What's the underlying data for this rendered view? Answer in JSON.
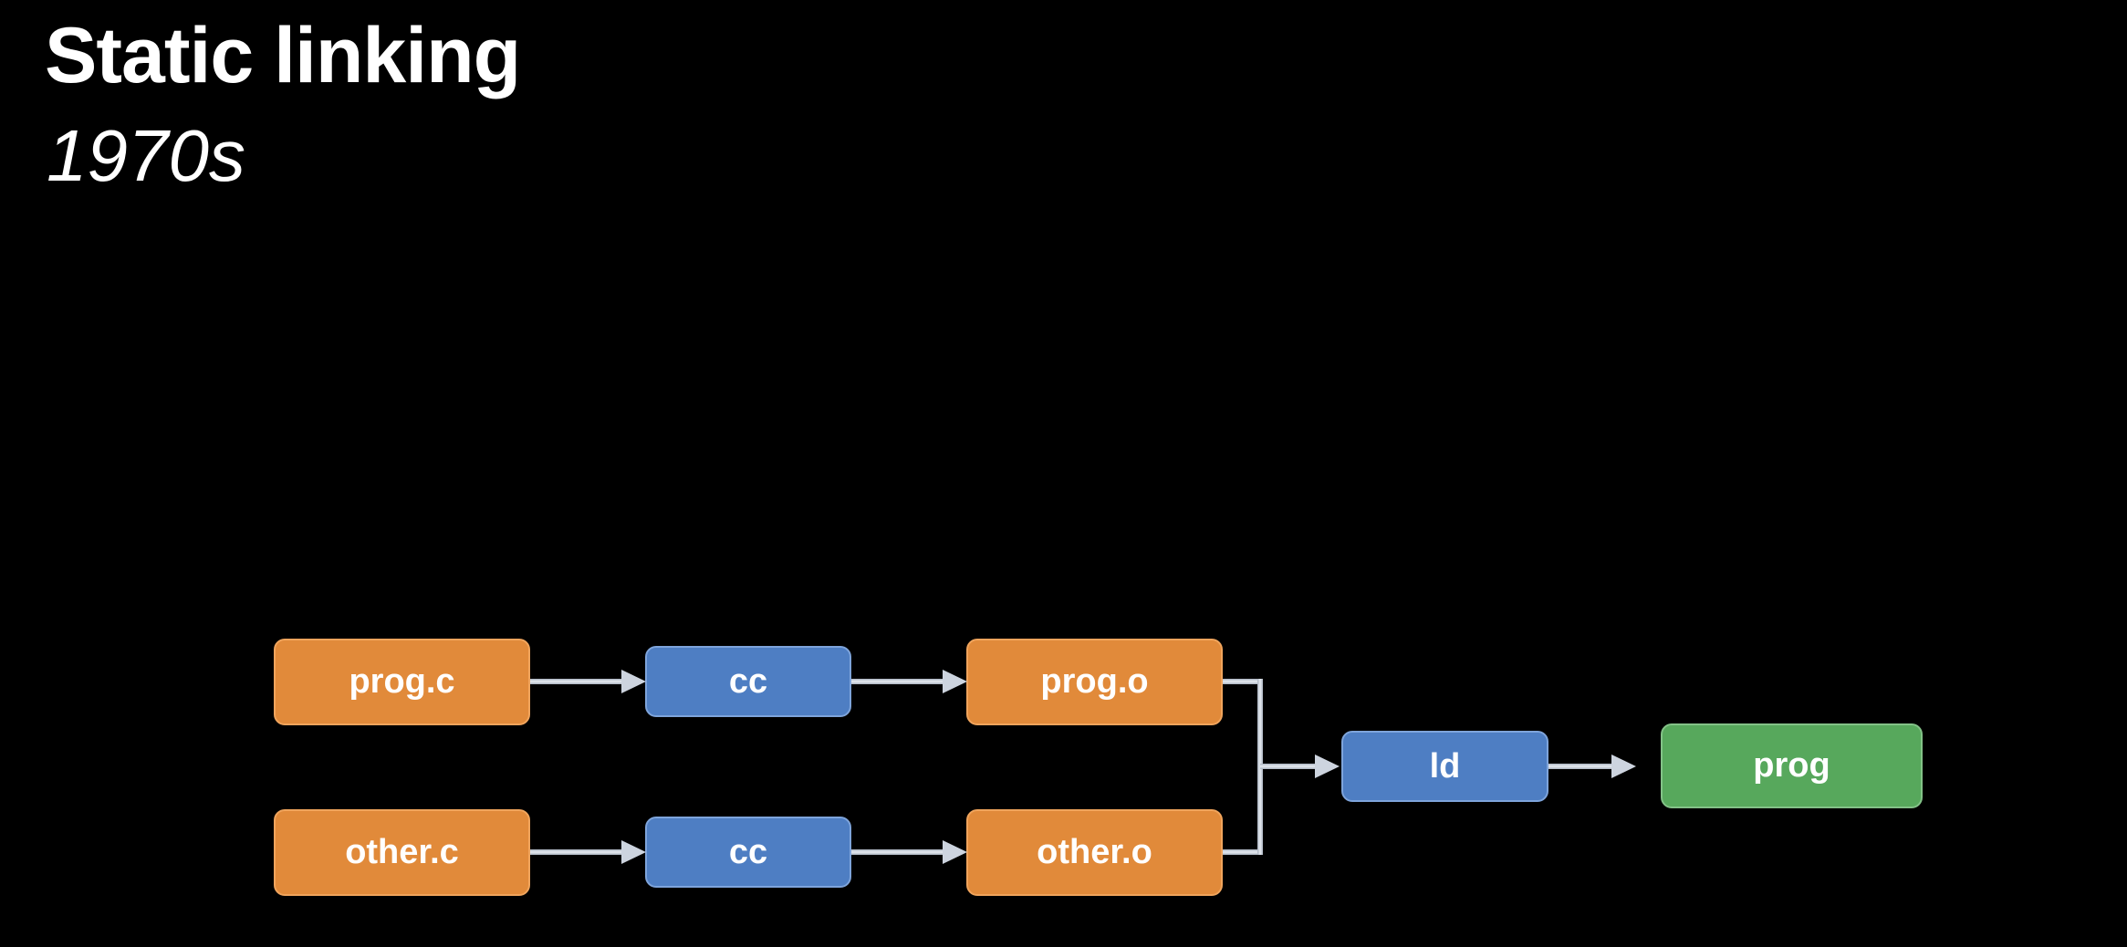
{
  "slide": {
    "title": "Static linking",
    "subtitle": "1970s"
  },
  "colors": {
    "background": "#000000",
    "text": "#FFFFFF",
    "source_fill": "#E18A3A",
    "source_border": "#F0A45C",
    "tool_fill": "#4E7EC3",
    "tool_border": "#7EA4DB",
    "output_fill": "#57A85C",
    "output_border": "#83C287",
    "connector": "#CDD4DF"
  },
  "diagram": {
    "nodes": [
      {
        "id": "prog.c",
        "label": "prog.c",
        "kind": "source-file"
      },
      {
        "id": "cc-top",
        "label": "cc",
        "kind": "tool"
      },
      {
        "id": "prog.o",
        "label": "prog.o",
        "kind": "object-file"
      },
      {
        "id": "other.c",
        "label": "other.c",
        "kind": "source-file"
      },
      {
        "id": "cc-bottom",
        "label": "cc",
        "kind": "tool"
      },
      {
        "id": "other.o",
        "label": "other.o",
        "kind": "object-file"
      },
      {
        "id": "ld",
        "label": "ld",
        "kind": "tool"
      },
      {
        "id": "prog",
        "label": "prog",
        "kind": "executable"
      }
    ],
    "edges": [
      {
        "from": "prog.c",
        "to": "cc-top"
      },
      {
        "from": "cc-top",
        "to": "prog.o"
      },
      {
        "from": "other.c",
        "to": "cc-bottom"
      },
      {
        "from": "cc-bottom",
        "to": "other.o"
      },
      {
        "from": "prog.o",
        "to": "ld"
      },
      {
        "from": "other.o",
        "to": "ld"
      },
      {
        "from": "ld",
        "to": "prog"
      }
    ]
  }
}
